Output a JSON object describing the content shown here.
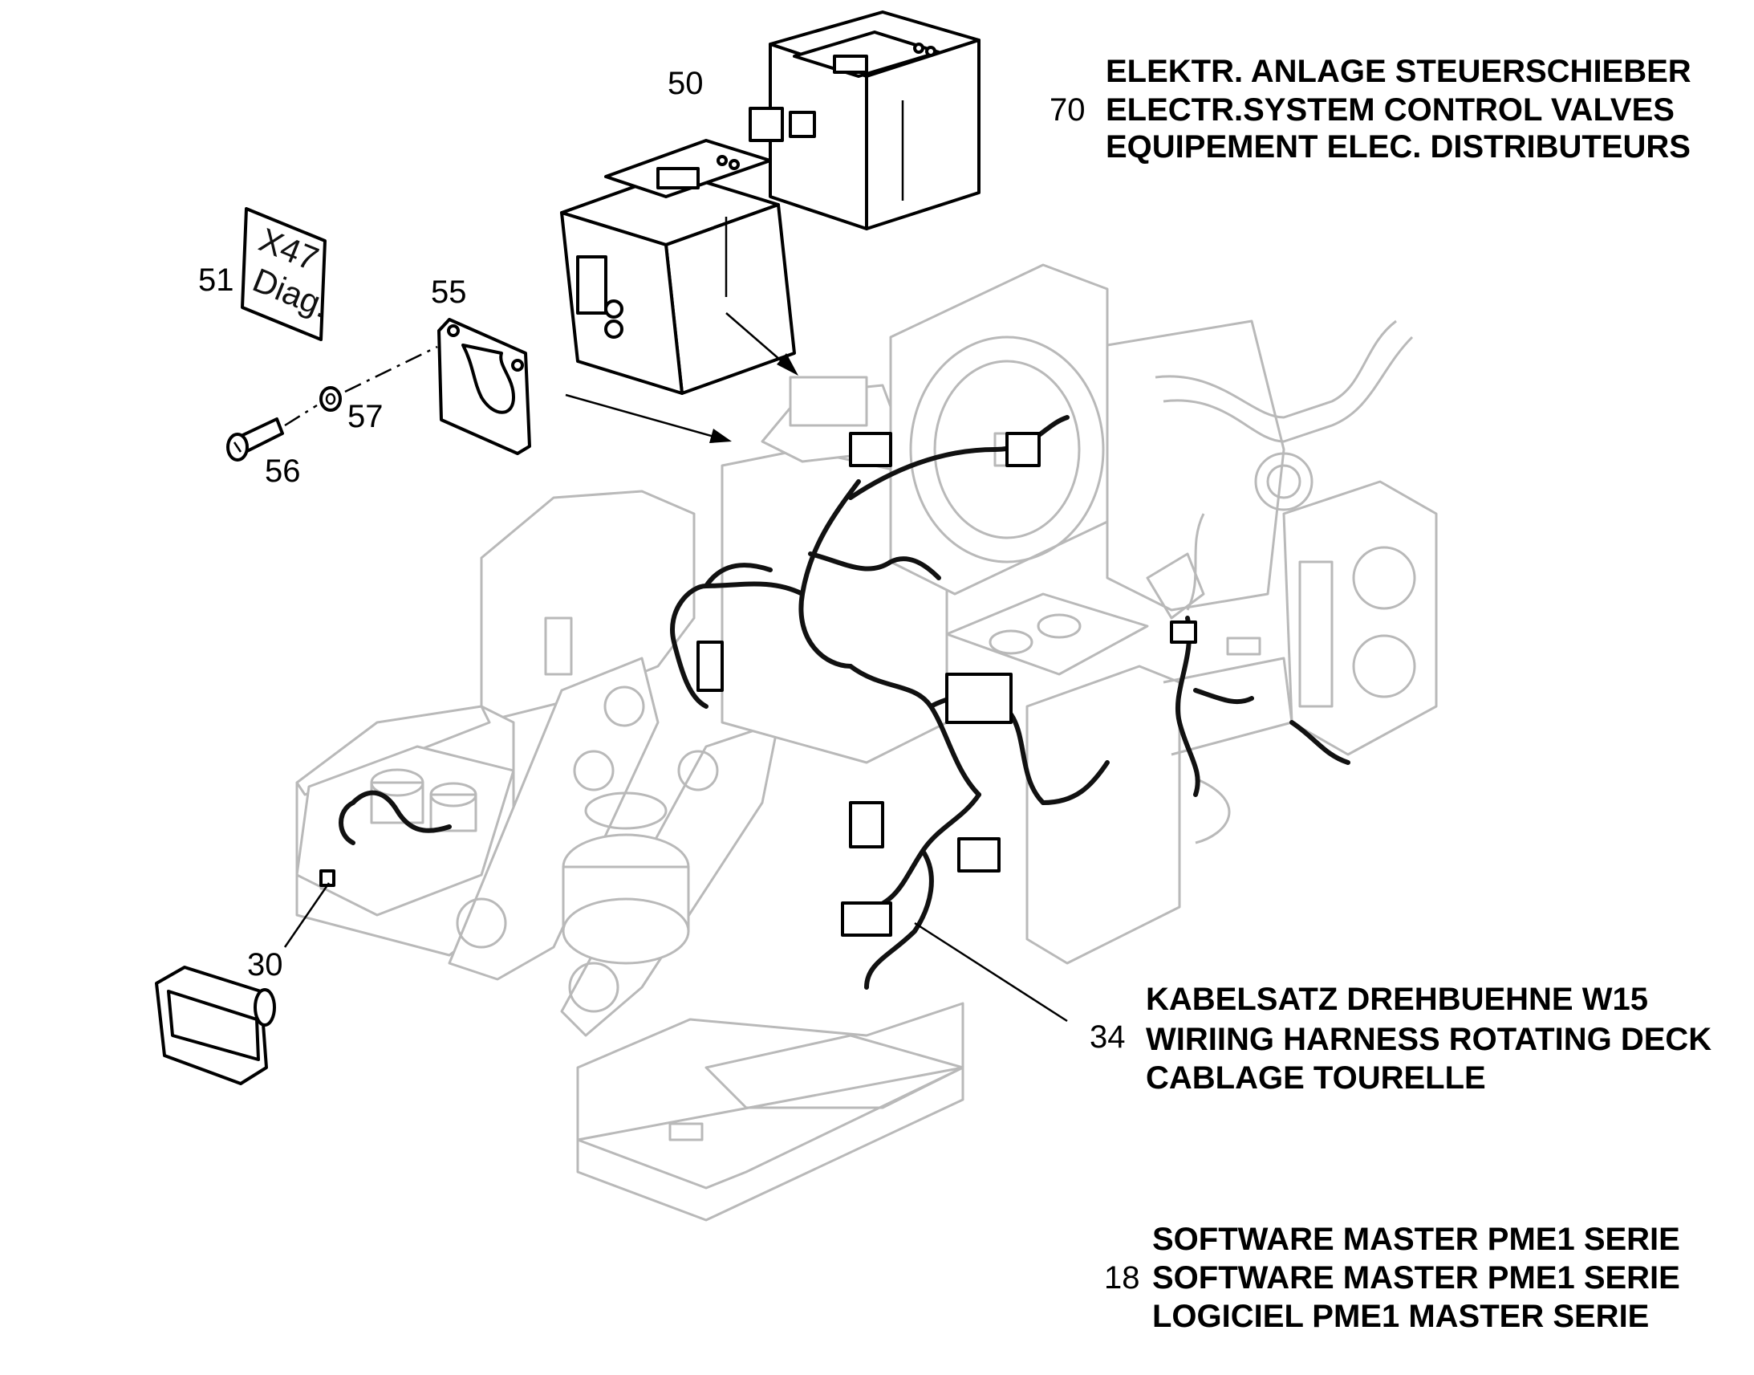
{
  "callouts": {
    "c70": {
      "number": "70",
      "lines": [
        "ELEKTR. ANLAGE STEUERSCHIEBER",
        "ELECTR.SYSTEM CONTROL VALVES",
        "EQUIPEMENT ELEC. DISTRIBUTEURS"
      ]
    },
    "c34": {
      "number": "34",
      "lines": [
        "KABELSATZ DREHBUEHNE W15",
        "WIRIING HARNESS ROTATING DECK",
        "CABLAGE TOURELLE"
      ]
    },
    "c18": {
      "number": "18",
      "lines": [
        "SOFTWARE MASTER PME1 SERIE",
        "SOFTWARE MASTER PME1 SERIE",
        "LOGICIEL PME1 MASTER SERIE"
      ]
    }
  },
  "part_numbers": {
    "p50": "50",
    "p51": "51",
    "p55": "55",
    "p56": "56",
    "p57": "57",
    "p30": "30"
  },
  "diag_sign": {
    "line1": "X47",
    "line2": "Diag."
  }
}
